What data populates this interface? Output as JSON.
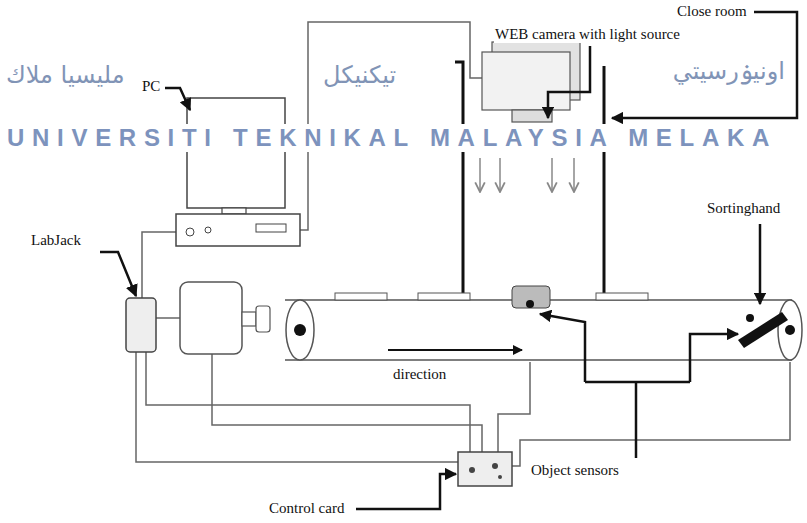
{
  "diagram": {
    "labels": [
      "Close room",
      "WEB camera with light source",
      "PC",
      "مليسيا ملاك",
      "تيکنيکل",
      "اونيۏرسيتي",
      "UNIVERSITI TEKNIKAL MALAYSIA MELAKA",
      "Sortinghand",
      "LabJack",
      "direction",
      "Object sensors",
      "Control card"
    ]
  }
}
